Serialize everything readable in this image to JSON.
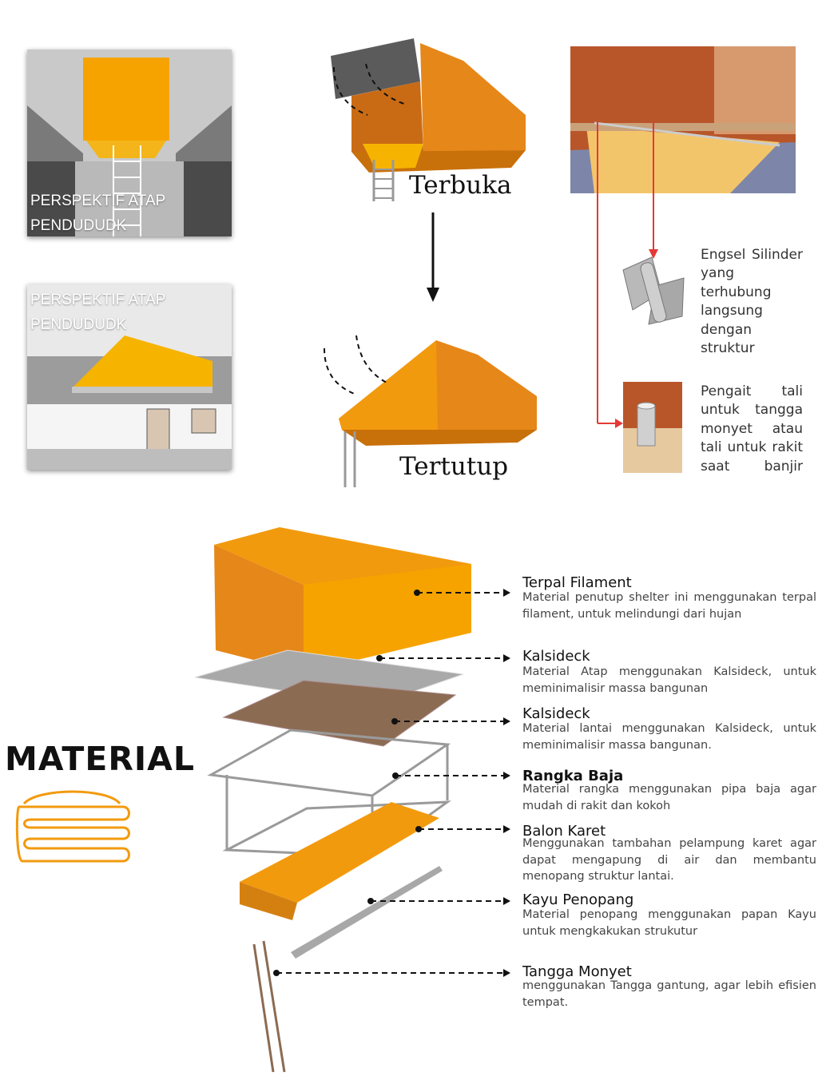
{
  "panels": {
    "top_left_label": "PERSPEKTIF ATAP PENDUDUDK",
    "mid_left_label": "PERSPEKTIF ATAP PENDUDUDK"
  },
  "states": {
    "open": "Terbuka",
    "closed": "Tertutup"
  },
  "details": {
    "hinge_note": "Engsel Silinder yang terhubung langsung dengan struktur",
    "hook_note": "Pengait tali untuk tangga monyet atau tali untuk rakit saat banjir"
  },
  "material_heading": "MATERIAL",
  "materials": [
    {
      "title": "Terpal Filament",
      "desc": "Material penutup shelter ini menggunakan terpal filament, untuk melindungi dari hujan"
    },
    {
      "title": "Kalsideck",
      "desc": "Material Atap menggunakan Kalsideck, untuk meminimalisir massa bangunan"
    },
    {
      "title": "Kalsideck",
      "desc": "Material lantai menggunakan Kalsideck, untuk meminimalisir massa bangunan."
    },
    {
      "title": "Rangka Baja",
      "desc": "Material rangka menggunakan pipa baja agar mudah di rakit dan kokoh"
    },
    {
      "title": "Balon Karet",
      "desc": "Menggunakan tambahan pelampung karet agar dapat mengapung di air dan membantu menopang struktur lantai."
    },
    {
      "title": "Kayu Penopang",
      "desc": "Material penopang menggunakan papan Kayu untuk mengkakukan strukutur"
    },
    {
      "title": "Tangga Monyet",
      "desc": "menggunakan Tangga gantung, agar lebih efisien tempat."
    }
  ],
  "colors": {
    "orange": "#f29a0e",
    "orange_dark": "#c8700a",
    "yellow": "#f6b400",
    "gray": "#9a9a9a",
    "wood": "#8b6b52",
    "arrow_red": "#e53935"
  }
}
